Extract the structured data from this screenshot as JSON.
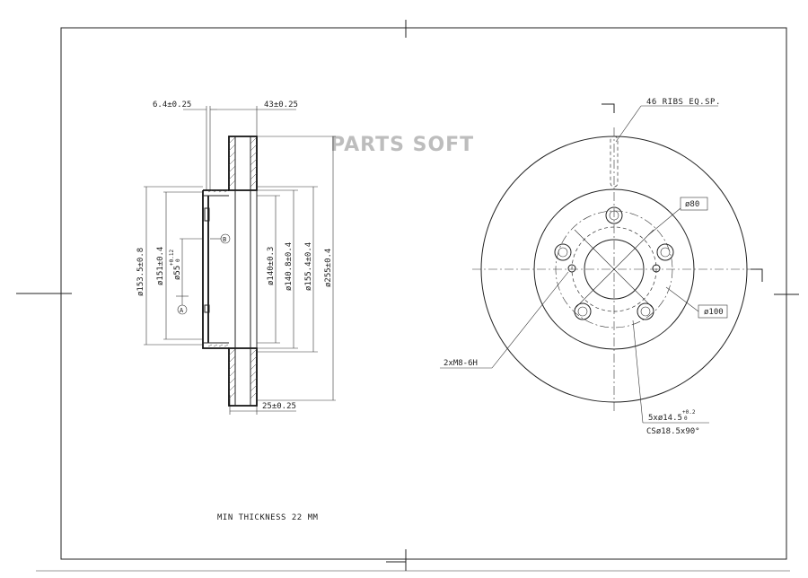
{
  "watermark": "PARTS SOFT",
  "notes": {
    "min_thickness": "MIN THICKNESS 22 MM"
  },
  "section_view": {
    "dim_top_left": "6.4±0.25",
    "dim_top_right": "43±0.25",
    "dim_bottom": "25±0.25",
    "dim_d153": "ø153.5±0.8",
    "dim_d151": "ø151±0.4",
    "dim_d55": "ø55",
    "dim_d55_tol": "+0.12",
    "dim_d55_tol_low": "0",
    "dim_d140": "ø140±0.3",
    "dim_d140_8": "ø140.8±0.4",
    "dim_d155": "ø155.4±0.4",
    "dim_d255": "ø255±0.4",
    "datum_a": "A",
    "datum_b": "B"
  },
  "front_view": {
    "ribs": "46 RIBS EQ.SP.",
    "pcd_80": "ø80",
    "pcd_100": "ø100",
    "threaded_holes": "2xM8-6H",
    "bolt_holes": "5xø14.5",
    "bolt_holes_tol": "+0.2",
    "bolt_holes_tol_low": "0",
    "countersink": "CSø18.5x90°"
  }
}
